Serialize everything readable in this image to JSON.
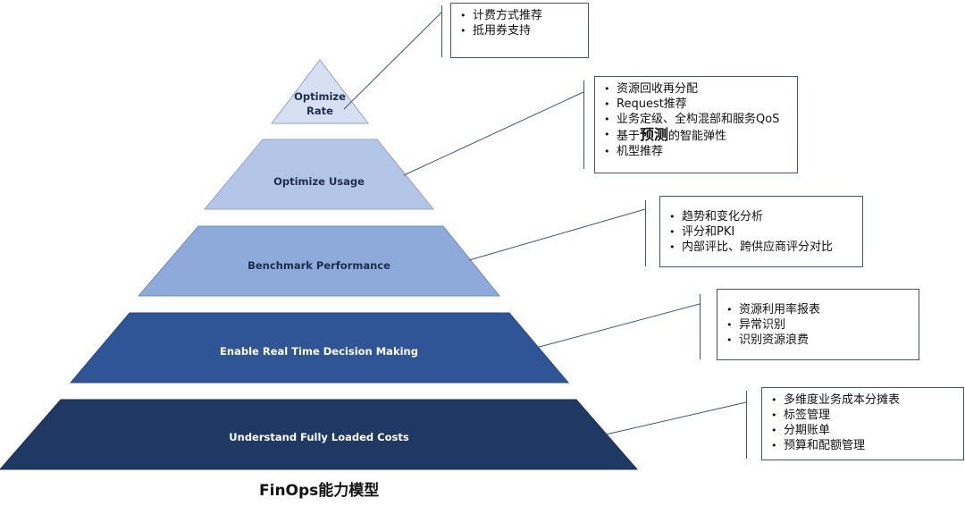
{
  "tiers": [
    {
      "id": "rate",
      "label_lines": [
        "Optimize",
        "Rate"
      ],
      "fill": "#d6e0f2"
    },
    {
      "id": "usage",
      "label_lines": [
        "Optimize Usage"
      ],
      "fill": "#b4c6e8"
    },
    {
      "id": "benchmark",
      "label_lines": [
        "Benchmark Performance"
      ],
      "fill": "#8eaadb"
    },
    {
      "id": "realtime",
      "label_lines": [
        "Enable Real Time Decision Making"
      ],
      "fill": "#2f5597"
    },
    {
      "id": "costs",
      "label_lines": [
        "Understand Fully Loaded Costs"
      ],
      "fill": "#203864"
    }
  ],
  "callouts": [
    {
      "id": "rate",
      "items": [
        "计费方式推荐",
        "抵用券支持"
      ]
    },
    {
      "id": "usage",
      "items": [
        "资源回收再分配",
        "Request推荐",
        "业务定级、全构混部和服务QoS",
        "基于预测的智能弹性",
        "机型推荐"
      ],
      "emphasis": {
        "index": 3,
        "before": "基于",
        "strong": "预测",
        "after": "的智能弹性"
      }
    },
    {
      "id": "benchmark",
      "items": [
        "趋势和变化分析",
        "评分和PKI",
        "内部评比、跨供应商评分对比"
      ]
    },
    {
      "id": "realtime",
      "items": [
        "资源利用率报表",
        "异常识别",
        "识别资源浪费"
      ]
    },
    {
      "id": "costs",
      "items": [
        "多维度业务成本分摊表",
        "标签管理",
        "分期账单",
        "预算和配额管理"
      ]
    }
  ],
  "caption": "FinOps能力模型",
  "colors": {
    "connector": "#3d5287",
    "border": "#3d5287"
  }
}
